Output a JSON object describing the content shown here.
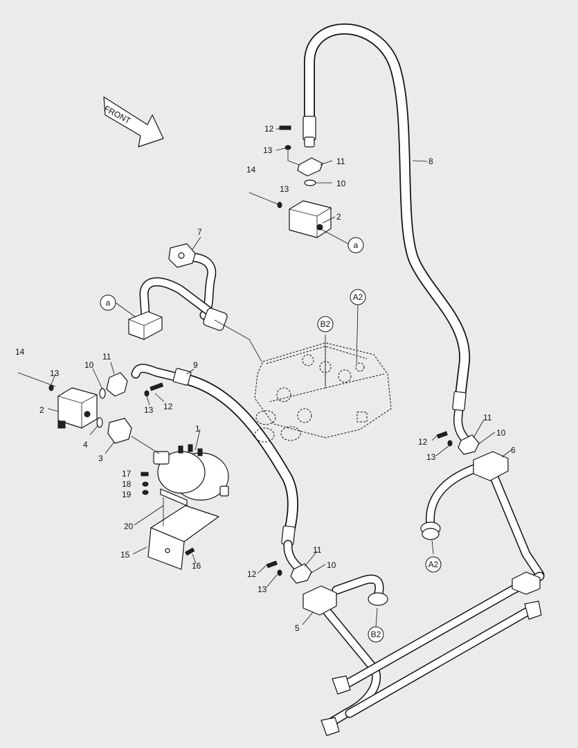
{
  "front_label": "FRONT",
  "callouts": {
    "p1": "1",
    "p2a": "2",
    "p2b": "2",
    "p3": "3",
    "p4": "4",
    "p5": "5",
    "p6": "6",
    "p7": "7",
    "p8": "8",
    "p9": "9",
    "p10a": "10",
    "p10b": "10",
    "p10c": "10",
    "p10d": "10",
    "p11a": "11",
    "p11b": "11",
    "p11c": "11",
    "p11d": "11",
    "p12a": "12",
    "p12b": "12",
    "p12c": "12",
    "p12d": "12",
    "p13a": "13",
    "p13b": "13",
    "p13c": "13",
    "p13d": "13",
    "p13e": "13",
    "p13f": "13",
    "p14a": "14",
    "p14b": "14",
    "p15": "15",
    "p16": "16",
    "p17": "17",
    "p18": "18",
    "p19": "19",
    "p20": "20"
  },
  "connection_refs": {
    "a_top": "a",
    "a_left": "a",
    "a2_top": "A2",
    "a2_bottom": "A2",
    "b2_top": "B2",
    "b2_bottom": "B2"
  }
}
